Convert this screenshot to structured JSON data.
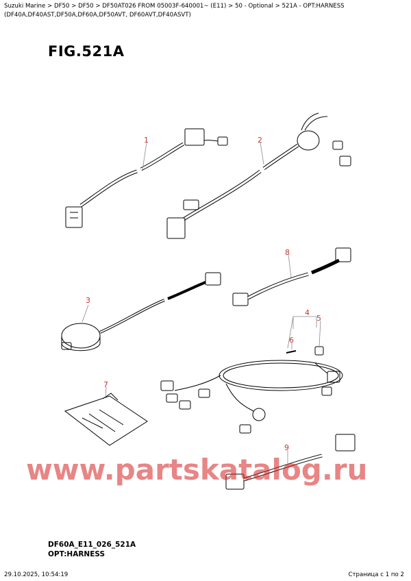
{
  "breadcrumb": "Suzuki Marine > DF50 > DF50 > DF50AT026 FROM 05003F-640001~ (E11) > 50 - Optional > 521A - OPT:HARNESS (DF40A,DF40AST,DF50A,DF60A,DF50AVT, DF60AVT,DF40ASVT)",
  "figure_title": "FIG.521A",
  "callouts": {
    "c1": "1",
    "c2": "2",
    "c3": "3",
    "c4": "4",
    "c5": "5",
    "c6": "6",
    "c7": "7",
    "c8": "8",
    "c9": "9"
  },
  "watermark": "www.partskatalog.ru",
  "bottom_code": "DF60A_E11_026_521A",
  "bottom_name": "OPT:HARNESS",
  "footer": {
    "timestamp": "29.10.2025, 10:54:19",
    "page": "Страница с 1 по 2"
  },
  "colors": {
    "callout": "#c0392b",
    "watermark": "#d62020"
  }
}
